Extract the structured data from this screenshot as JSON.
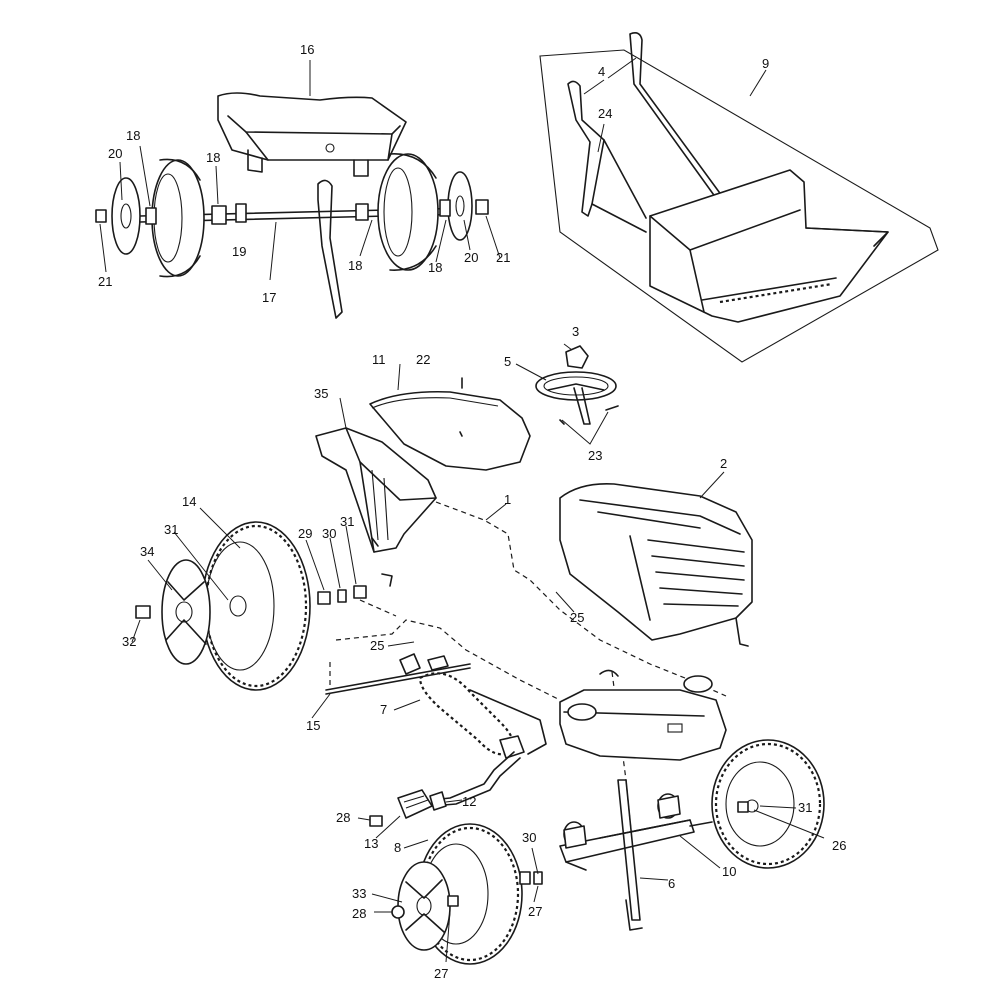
{
  "diagram": {
    "colors": {
      "ink": "#1a1a1a",
      "background": "#ffffff"
    },
    "callouts": {
      "c1": "1",
      "c2": "2",
      "c3": "3",
      "c4": "4",
      "c5": "5",
      "c6": "6",
      "c7": "7",
      "c8": "8",
      "c9": "9",
      "c10": "10",
      "c11": "11",
      "c12": "12",
      "c13": "13",
      "c14": "14",
      "c15": "15",
      "c16": "16",
      "c17": "17",
      "c18": "18",
      "c19": "19",
      "c20": "20",
      "c21": "21",
      "c22": "22",
      "c23": "23",
      "c24": "24",
      "c25": "25",
      "c26": "26",
      "c27": "27",
      "c28": "28",
      "c29": "29",
      "c30": "30",
      "c31": "31",
      "c32": "32",
      "c33": "33",
      "c34": "34",
      "c35": "35"
    }
  }
}
